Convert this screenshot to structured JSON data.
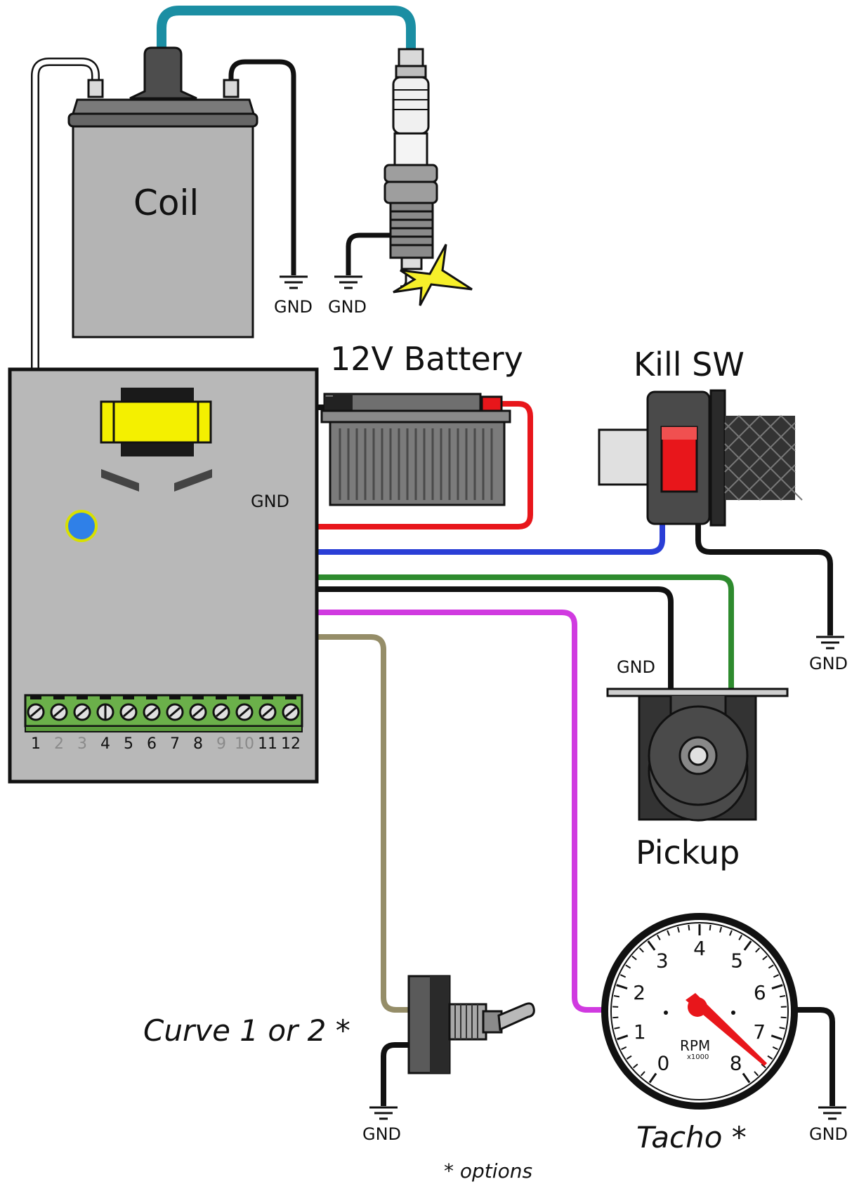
{
  "labels": {
    "coil": "Coil",
    "battery": "12V Battery",
    "kill_switch": "Kill SW",
    "pickup": "Pickup",
    "curve_switch": "Curve 1 or 2 *",
    "tacho": "Tacho *",
    "footnote": "* options",
    "gnd": "GND"
  },
  "terminals": [
    "1",
    "2",
    "3",
    "4",
    "5",
    "6",
    "7",
    "8",
    "9",
    "10",
    "11",
    "12"
  ],
  "tacho": {
    "dial_numbers": [
      "0",
      "1",
      "2",
      "3",
      "4",
      "5",
      "6",
      "7",
      "8"
    ],
    "unit": "RPM",
    "multiplier": "x1000"
  },
  "colors": {
    "hv_lead": "#1b8ea3",
    "ecu_case": "#b8b8b8",
    "battery_pos": "#e8161b",
    "kill": "#2a3ed6",
    "pickup_green": "#2e8b2e",
    "tacho": "#d03ae0",
    "curve": "#958d68",
    "transformer": "#f4f000",
    "led": "#2f80e8"
  }
}
